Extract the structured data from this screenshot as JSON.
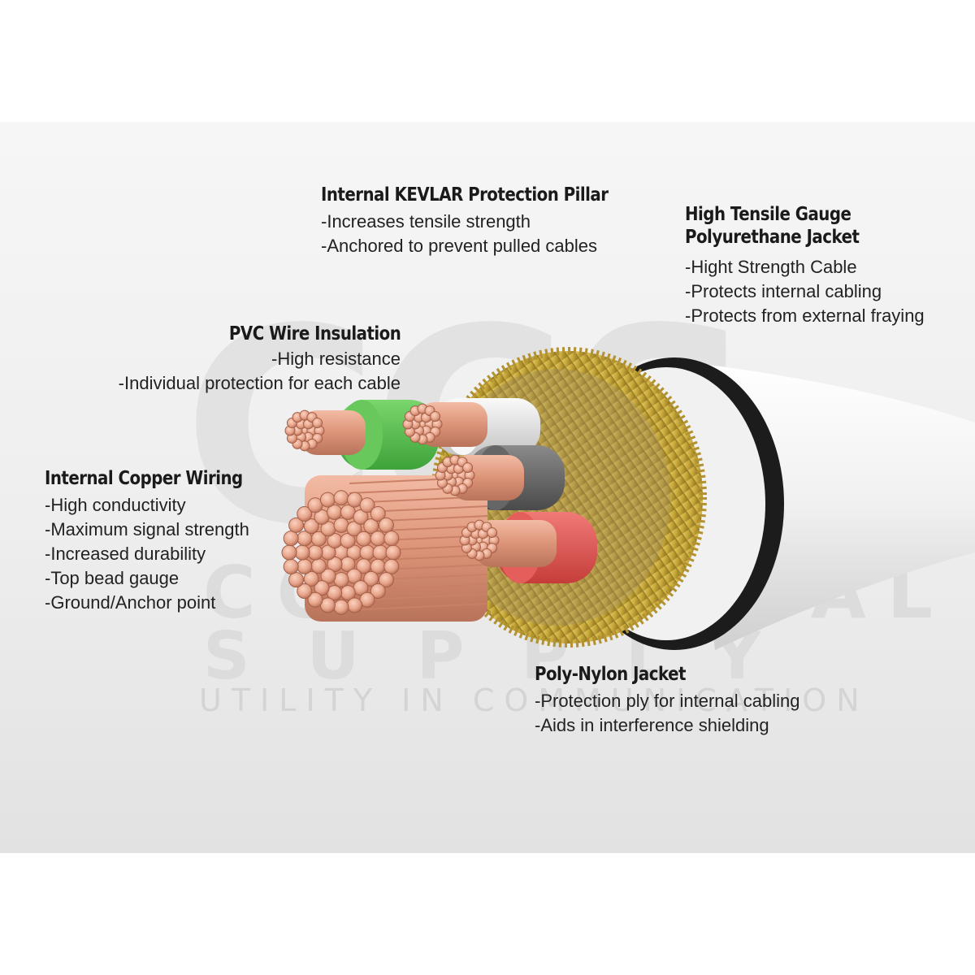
{
  "watermark": {
    "monogram": "CCS",
    "brand_line_1": "COMMERCIAL",
    "brand_line_2": "SUPPLY",
    "tagline": "UTILITY IN COMMUNICATION"
  },
  "colors": {
    "band_top": "#f4f4f4",
    "band_bottom": "#e6e6e6",
    "jacket_white": "#f2f2f2",
    "jacket_black": "#1c1c1c",
    "kevlar_gold": "#c9a93a",
    "copper": "#e6a48a",
    "insulation_green": "#5fc254",
    "insulation_white": "#e8e8e8",
    "insulation_grey": "#707070",
    "insulation_red": "#e25a57"
  },
  "callouts": {
    "kevlar": {
      "title": "Internal KEVLAR Protection Pillar",
      "lines": [
        "-Increases tensile strength",
        "-Anchored to prevent pulled cables"
      ]
    },
    "polyurethane": {
      "title_1": "High Tensile Gauge",
      "title_2": "Polyurethane Jacket",
      "lines": [
        "-Hight Strength Cable",
        "-Protects internal cabling",
        "-Protects from external fraying"
      ]
    },
    "pvc": {
      "title": "PVC Wire Insulation",
      "lines": [
        "-High resistance",
        "-Individual protection for each cable"
      ]
    },
    "copper": {
      "title": "Internal Copper Wiring",
      "lines": [
        "-High conductivity",
        "-Maximum signal strength",
        "-Increased durability",
        "-Top bead gauge",
        "-Ground/Anchor point"
      ]
    },
    "nylon": {
      "title": "Poly-Nylon Jacket",
      "lines": [
        "-Protection ply for internal cabling",
        "-Aids in interference shielding"
      ]
    }
  }
}
